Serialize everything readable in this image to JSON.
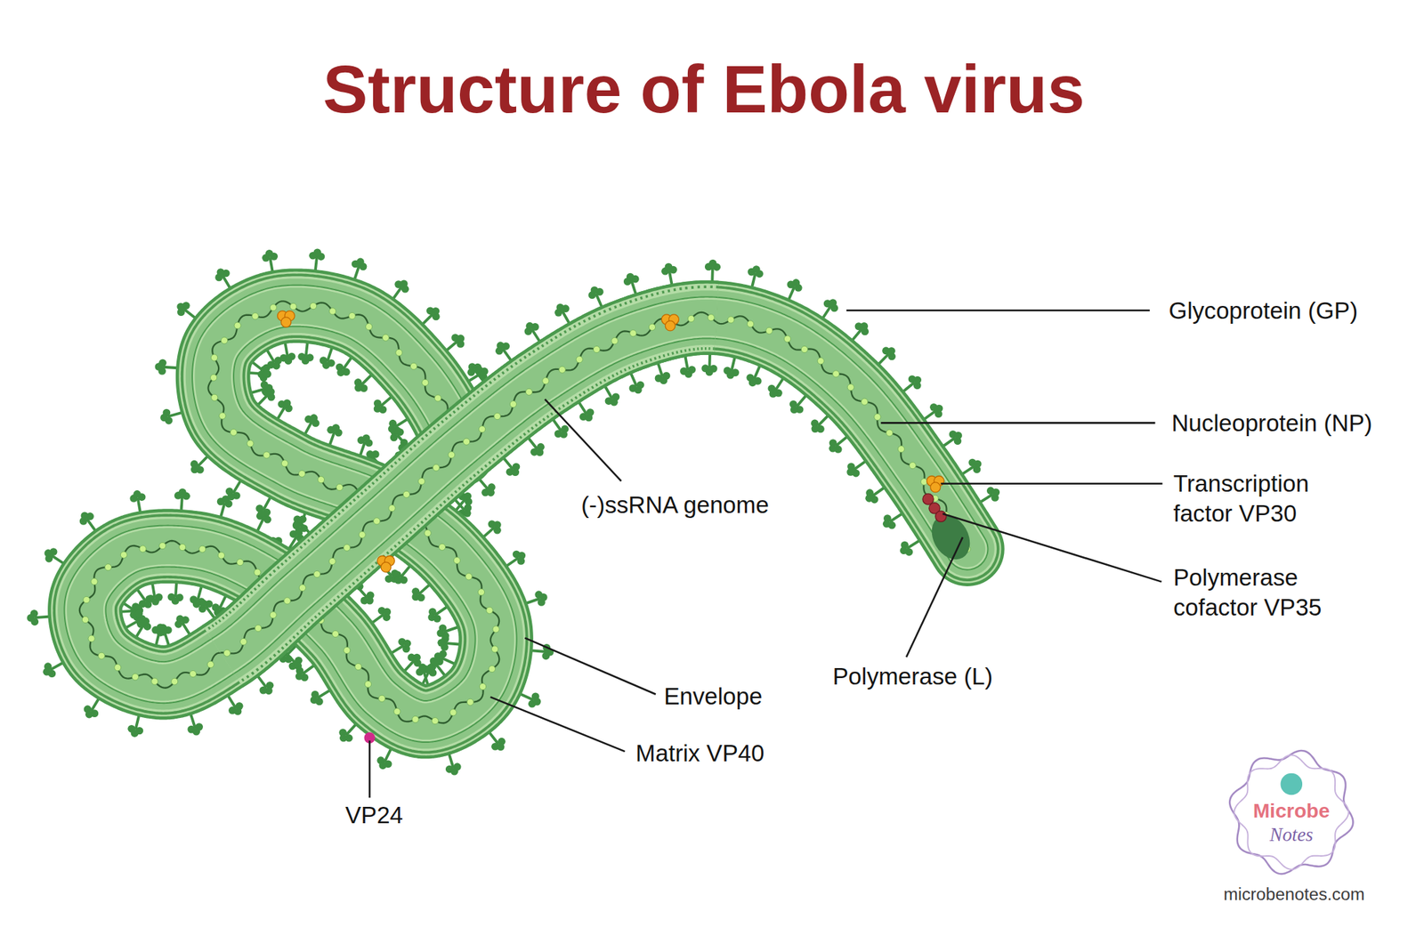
{
  "diagram": {
    "title": "Structure of Ebola virus",
    "labels": [
      "Glycoprotein (GP)",
      "Nucleoprotein (NP)",
      "Transcription factor VP30",
      "Polymerase cofactor VP35",
      "(-)ssRNA genome",
      "Polymerase (L)",
      "Envelope",
      "Matrix VP40",
      "VP24",
      "Microbe",
      "Notes",
      "microbenotes.com"
    ]
  }
}
